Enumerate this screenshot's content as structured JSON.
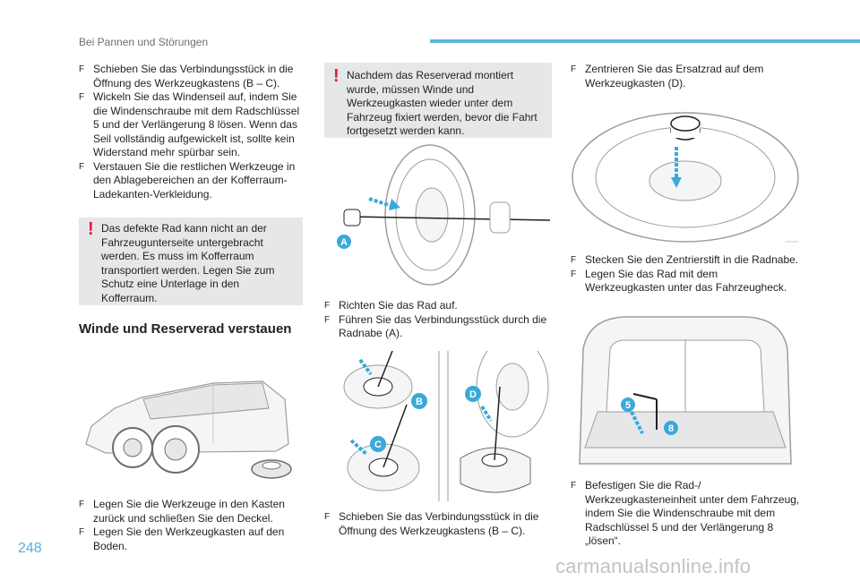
{
  "header": {
    "title": "Bei Pannen und Störungen"
  },
  "page_number": "248",
  "watermark": "carmanualsonline.info",
  "col1": {
    "items": [
      "Schieben Sie das Verbindungsstück in die Öffnung des Werkzeugkastens (B – C).",
      "Wickeln Sie das Windenseil auf, indem Sie die Windenschraube mit dem Radschlüssel 5 und der Verlängerung 8 lösen. Wenn das Seil vollständig aufgewickelt ist, sollte kein Widerstand mehr spürbar sein.",
      "Verstauen Sie die restlichen Werkzeuge in den Ablagebereichen an der Kofferraum-Ladekanten-Verkleidung."
    ],
    "warning": "Das defekte Rad kann nicht an der Fahrzeugunterseite untergebracht werden. Es muss im Kofferraum transportiert werden. Legen Sie zum Schutz eine Unterlage in den Kofferraum.",
    "section_title": "Winde und Reserverad verstauen",
    "bottom_items": [
      "Legen Sie die Werkzeuge in den Kasten zurück und schließen Sie den Deckel.",
      "Legen Sie den Werkzeugkasten auf den Boden."
    ]
  },
  "col2": {
    "warning": "Nachdem das Reserverad montiert wurde, müssen Winde und Werkzeugkasten wieder unter dem Fahrzeug fixiert werden, bevor die Fahrt fortgesetzt werden kann.",
    "fig_a_label": "A",
    "items": [
      "Richten Sie das Rad auf.",
      "Führen Sie das Verbindungsstück durch die Radnabe (A)."
    ],
    "fig_labels": [
      "B",
      "C",
      "D"
    ],
    "bottom_items": [
      "Schieben Sie das Verbindungsstück in die Öffnung des Werkzeugkastens (B – C)."
    ]
  },
  "col3": {
    "top_items": [
      "Zentrieren Sie das Ersatzrad auf dem Werkzeugkasten (D)."
    ],
    "items": [
      "Stecken Sie den Zentrierstift in die Radnabe.",
      "Legen Sie das Rad mit dem Werkzeugkasten unter das Fahrzeugheck."
    ],
    "fig_labels": [
      "5",
      "8"
    ],
    "bottom_items": [
      "Befestigen Sie die Rad-/ Werkzeugkasteneinheit unter dem Fahrzeug, indem Sie die Windenschraube mit dem Radschlüssel 5 und der Verlängerung 8 „lösen“."
    ]
  },
  "bullet_marker": "F",
  "warning_marker": "!",
  "colors": {
    "accent": "#5fb7dc",
    "warning": "#e31937",
    "panel": "#e6e7e8",
    "callout": "#3aa9d9"
  }
}
